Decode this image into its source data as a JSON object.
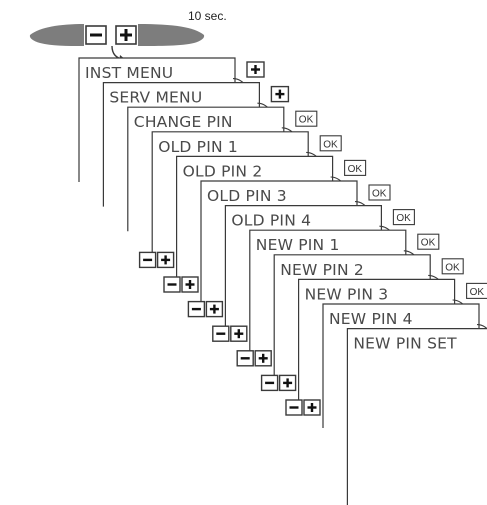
{
  "hold_time": "10 sec.",
  "menu_items": [
    {
      "label": "INST MENU",
      "key": "plus"
    },
    {
      "label": "SERV MENU",
      "key": "plus"
    },
    {
      "label": "CHANGE PIN",
      "key": "ok"
    },
    {
      "label": "OLD PIN 1",
      "key": "ok"
    },
    {
      "label": "OLD PIN 2",
      "key": "ok"
    },
    {
      "label": "OLD PIN 3",
      "key": "ok"
    },
    {
      "label": "OLD PIN 4",
      "key": "ok"
    },
    {
      "label": "NEW PIN 1",
      "key": "ok"
    },
    {
      "label": "NEW PIN 2",
      "key": "ok"
    },
    {
      "label": "NEW PIN 3",
      "key": "ok"
    },
    {
      "label": "NEW PIN 4",
      "key": "ok"
    },
    {
      "label": "NEW PIN SET",
      "key": null
    }
  ],
  "ok_label": "OK",
  "icons": {
    "left_hand": "left-hand-pointing-icon",
    "right_hand": "right-hand-pointing-icon",
    "minus_key": "minus-key-icon",
    "plus_key": "plus-key-icon",
    "ok_key": "ok-key-icon",
    "arrow": "curved-arrow-icon"
  },
  "colors": {
    "line": "#3a3a3a",
    "text": "#4a4a4a",
    "hand": "#7d7d7d"
  }
}
